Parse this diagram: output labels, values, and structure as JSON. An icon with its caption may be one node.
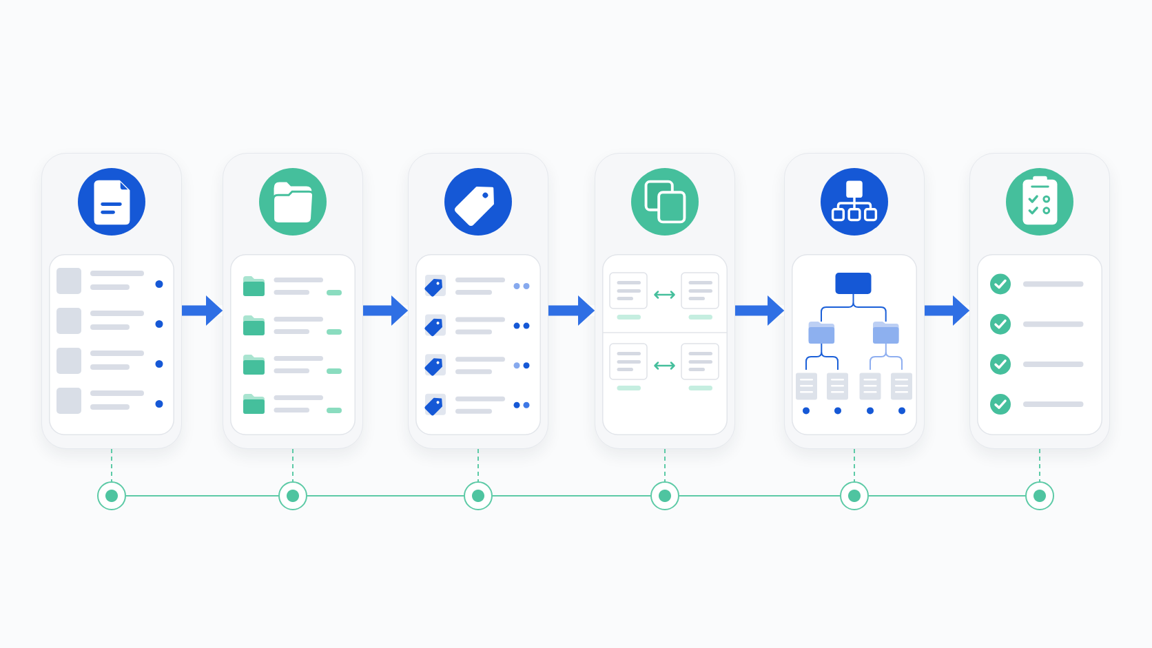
{
  "diagram": {
    "nodes": [
      {
        "text": [],
        "shape": "box"
      },
      {
        "text": [],
        "shape": "box"
      },
      {
        "text": [],
        "shape": "box"
      },
      {
        "text": [],
        "shape": "box"
      },
      {
        "text": [],
        "shape": "box"
      },
      {
        "text": [],
        "shape": "box"
      },
      {
        "text": [],
        "shape": "circle"
      },
      {
        "text": [],
        "shape": "circle"
      },
      {
        "text": [],
        "shape": "circle"
      },
      {
        "text": [],
        "shape": "circle"
      },
      {
        "text": [],
        "shape": "circle"
      },
      {
        "text": [],
        "shape": "circle"
      }
    ],
    "edges": [
      {
        "from": 0,
        "to": 1,
        "arrow": "to",
        "style": "thick",
        "color": "#2f6fe4"
      },
      {
        "from": 1,
        "to": 2,
        "arrow": "to",
        "style": "thick",
        "color": "#2f6fe4"
      },
      {
        "from": 2,
        "to": 3,
        "arrow": "to",
        "style": "thick",
        "color": "#2f6fe4"
      },
      {
        "from": 3,
        "to": 4,
        "arrow": "to",
        "style": "thick",
        "color": "#2f6fe4"
      },
      {
        "from": 4,
        "to": 5,
        "arrow": "to",
        "style": "thick",
        "color": "#2f6fe4"
      },
      {
        "from": 0,
        "to": 6,
        "arrow": "none",
        "style": "dashed"
      },
      {
        "from": 1,
        "to": 7,
        "arrow": "none",
        "style": "dashed"
      },
      {
        "from": 2,
        "to": 8,
        "arrow": "none",
        "style": "dashed"
      },
      {
        "from": 3,
        "to": 9,
        "arrow": "none",
        "style": "dashed"
      },
      {
        "from": 4,
        "to": 10,
        "arrow": "none",
        "style": "dashed"
      },
      {
        "from": 5,
        "to": 11,
        "arrow": "none",
        "style": "dashed"
      },
      {
        "from": 6,
        "to": 7,
        "arrow": "none"
      },
      {
        "from": 7,
        "to": 8,
        "arrow": "none"
      },
      {
        "from": 8,
        "to": 9,
        "arrow": "none"
      },
      {
        "from": 9,
        "to": 10,
        "arrow": "none"
      },
      {
        "from": 10,
        "to": 11,
        "arrow": "none"
      }
    ]
  }
}
